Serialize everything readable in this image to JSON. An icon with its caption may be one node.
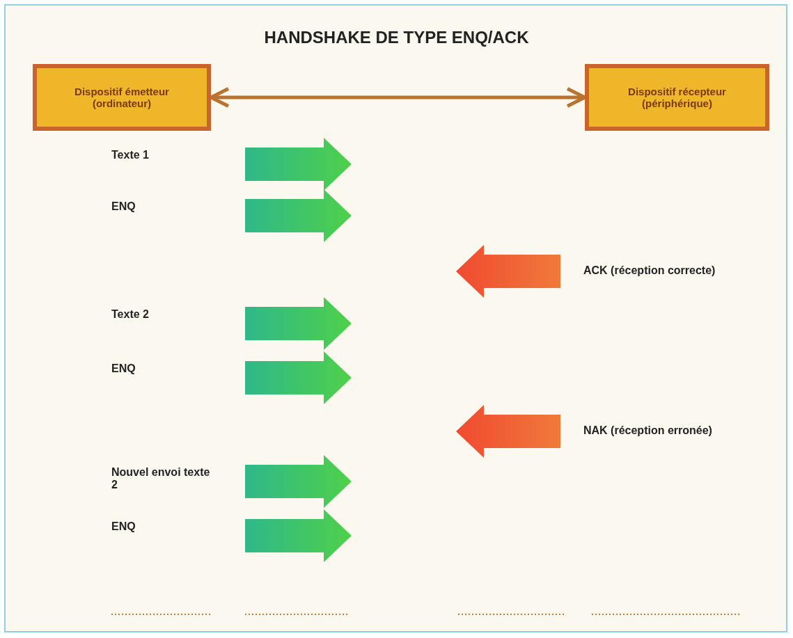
{
  "diagram": {
    "title": "HANDSHAKE DE TYPE ENQ/ACK",
    "nodes": [
      {
        "text": [
          "Dispositif émetteur (ordinateur)"
        ]
      },
      {
        "text": [
          "Dispositif récepteur (périphérique)"
        ]
      }
    ],
    "edges": [
      {
        "from": 0,
        "to": 1,
        "arrow": "both"
      }
    ],
    "labels": [
      "Texte 1",
      "ENQ",
      "ACK (réception correcte)",
      "Texte 2",
      "ENQ",
      "NAK (réception erronée)",
      "Nouvel envoi texte 2",
      "ENQ"
    ]
  }
}
